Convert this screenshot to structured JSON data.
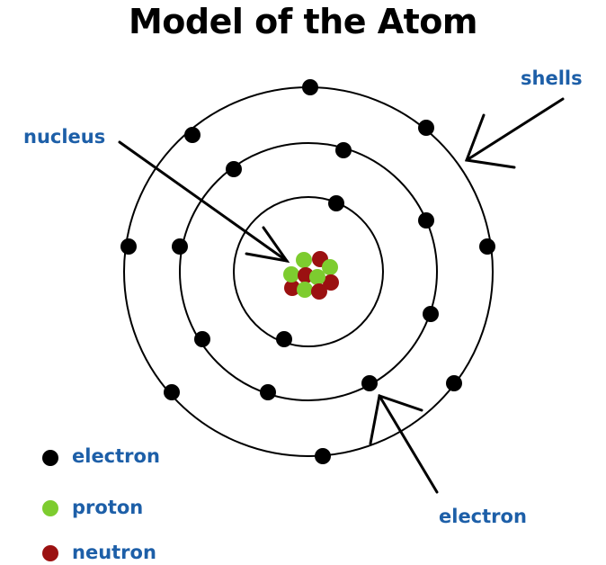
{
  "title": "Model of the Atom",
  "labels": {
    "shells": "shells",
    "nucleus": "nucleus",
    "electron": "electron"
  },
  "legend": [
    {
      "label": "electron",
      "color": "#000000"
    },
    {
      "label": "proton",
      "color": "#7dcc2f"
    },
    {
      "label": "neutron",
      "color": "#9b1111"
    }
  ],
  "colors": {
    "label_text": "#1d5fa8",
    "electron": "#000000",
    "proton": "#7dcc2f",
    "neutron": "#9b1111"
  }
}
